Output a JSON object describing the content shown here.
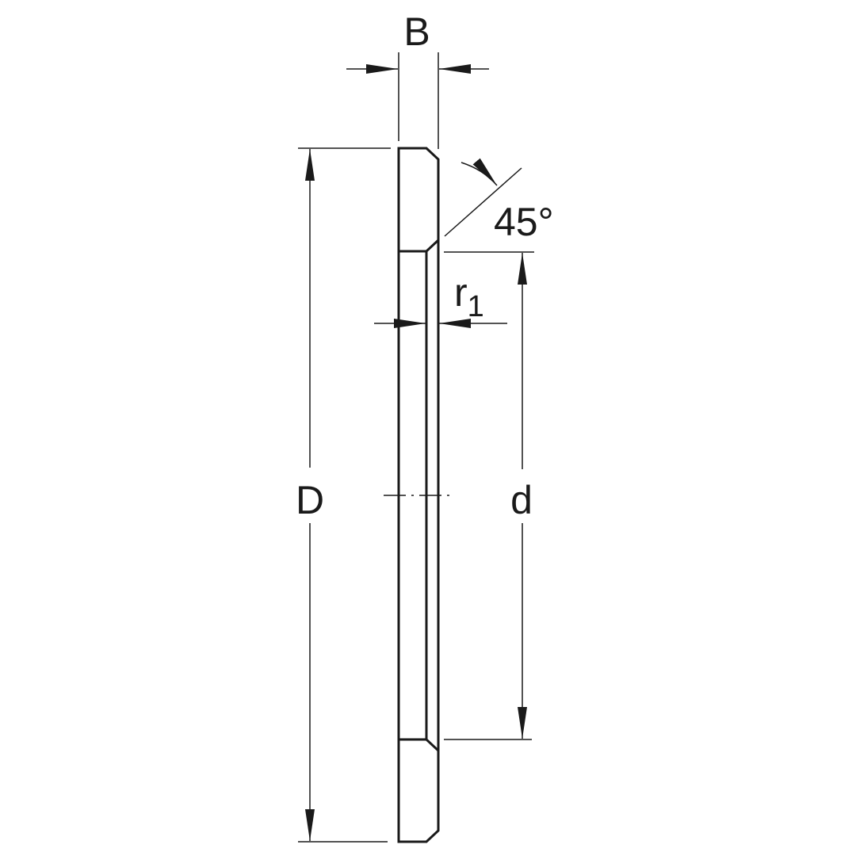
{
  "diagram": {
    "labels": {
      "width": "B",
      "outer_diameter": "D",
      "bore_diameter": "d",
      "chamfer_angle": "45°",
      "chamfer_r": "r",
      "chamfer_r_sub": "1"
    },
    "colors": {
      "washer_fill": "#c2d1ee",
      "outline": "#1a1a1a",
      "background": "#ffffff"
    }
  }
}
